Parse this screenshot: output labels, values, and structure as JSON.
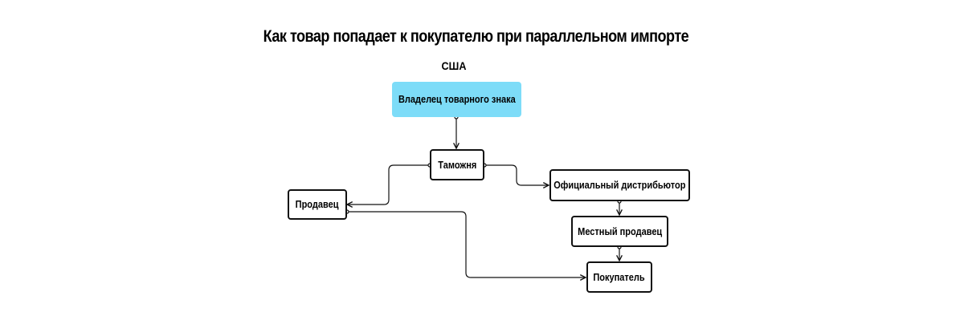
{
  "title": "Как товар попадает к покупателю при параллельном импорте",
  "region_label": "США",
  "colors": {
    "owner_fill": "#7ddcf8",
    "line": "#111111"
  },
  "nodes": {
    "owner": "Владелец товарного знака",
    "customs": "Таможня",
    "seller": "Продавец",
    "distributor": "Официальный дистрибьютор",
    "local_seller": "Местный продавец",
    "buyer": "Покупатель"
  }
}
